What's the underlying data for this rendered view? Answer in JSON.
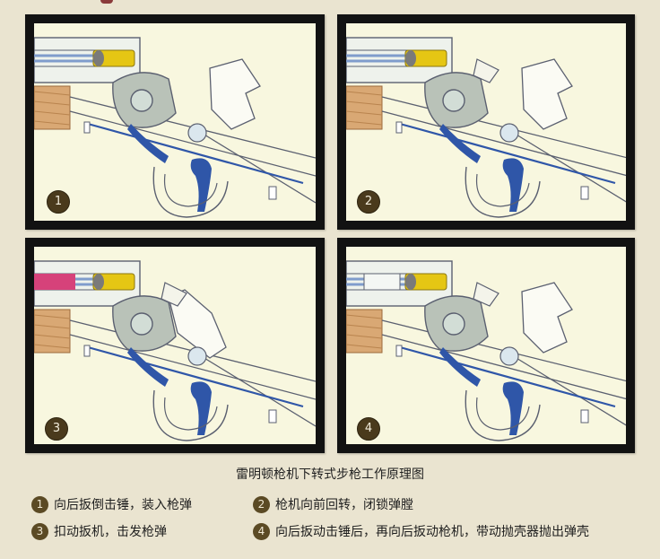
{
  "figure": {
    "title": "雷明顿枪机下转式步枪工作原理图",
    "panels": [
      {
        "number": "1"
      },
      {
        "number": "2"
      },
      {
        "number": "3"
      },
      {
        "number": "4"
      }
    ],
    "legend": [
      {
        "number": "1",
        "text": "向后扳倒击锤，装入枪弹"
      },
      {
        "number": "2",
        "text": "枪机向前回转，闭锁弹膛"
      },
      {
        "number": "3",
        "text": "扣动扳机，击发枪弹"
      },
      {
        "number": "4",
        "text": "向后扳动击锤后，再向后扳动枪机，带动抛壳器抛出弹壳"
      }
    ]
  },
  "colors": {
    "background": "#eae4d0",
    "frame": "#121212",
    "panel_fill": "#f8f7df",
    "mechanism_grey": "#b9c2b8",
    "trigger_blue": "#2f56a8",
    "cartridge_yellow": "#e5c614",
    "wood_stock": "#d9a874",
    "case_pink": "#d6427a"
  }
}
